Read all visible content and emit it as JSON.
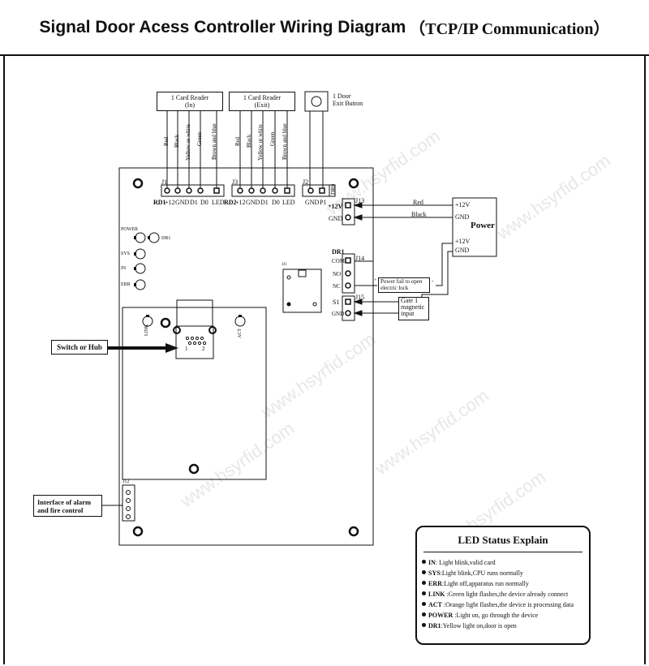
{
  "title": {
    "main": "Signal Door Acess Controller Wiring Diagram",
    "sub": "（TCP/IP Communication）"
  },
  "readers": [
    {
      "label_line1": "1 Card Reader",
      "label_line2": "(In)"
    },
    {
      "label_line1": "1 Card Reader",
      "label_line2": "(Exit)"
    }
  ],
  "exit_button": {
    "line1": "1 Door",
    "line2": "Exit Button"
  },
  "wire_colors": [
    "Red",
    "Black",
    "Yellow or white",
    "Green",
    "Brown and blue"
  ],
  "connectors": {
    "j1": "J1",
    "j2": "J2",
    "j3": "J3",
    "j12": "J12",
    "j13": "J13",
    "j14": "J14",
    "j15": "J15",
    "jj": "JJ1",
    "j1_pins": [
      "RD1",
      "+12",
      "GND",
      "D1",
      "D0",
      "LED"
    ],
    "j3_pins": [
      "RD2",
      "+12",
      "GND",
      "D1",
      "D0",
      "LED"
    ],
    "j2_pins": [
      "GND",
      "P1"
    ],
    "j2_tag": "DR0",
    "j13_pins": [
      "+12V",
      "GND"
    ],
    "dr1_label": "DR1",
    "j14_pins": [
      "COM",
      "NO",
      "NC"
    ],
    "j15_pins": [
      "S1",
      "GND"
    ]
  },
  "leds": {
    "power": "POWER",
    "dr1": "DR1",
    "sys": "SYS",
    "in": "IN",
    "err": "ERR",
    "link": "LINK",
    "act": "ACT"
  },
  "rj45_pins": {
    "p1": "1",
    "p2": "2"
  },
  "power_box": {
    "title": "Power",
    "in_12v": "+12V",
    "in_gnd": "GND",
    "out_12v": "+12V",
    "out_gnd": "GND"
  },
  "power_wires": {
    "red": "Red",
    "black": "Black"
  },
  "lock_box": {
    "line1": "Power fail to open",
    "line2": "electric lock",
    "plus": "+",
    "minus": "-"
  },
  "gate_box": {
    "line1": "Gate 1",
    "line2": "magnetic",
    "line3": "input"
  },
  "switch_box": "Switch or Hub",
  "alarm_box": {
    "line1": "Interface of alarm",
    "line2": "and fire control"
  },
  "legend": {
    "title": "LED Status Explain",
    "items": [
      {
        "key": "IN",
        "text": ": Light blink,valid card"
      },
      {
        "key": "SYS",
        "text": ":Light blink,CPU runs normally"
      },
      {
        "key": "ERR",
        "text": ":Light off,apparatus run normally"
      },
      {
        "key": "LINK",
        "text": " :Green light flashes,the device already connect"
      },
      {
        "key": "ACT",
        "text": " :Orange light flashes,the device is processing data"
      },
      {
        "key": "POWER",
        "text": " :Light on, go through the device"
      },
      {
        "key": "DR1",
        "text": ":Yellow light on,door is open"
      }
    ]
  },
  "watermark": "www.hsyrfid.com"
}
